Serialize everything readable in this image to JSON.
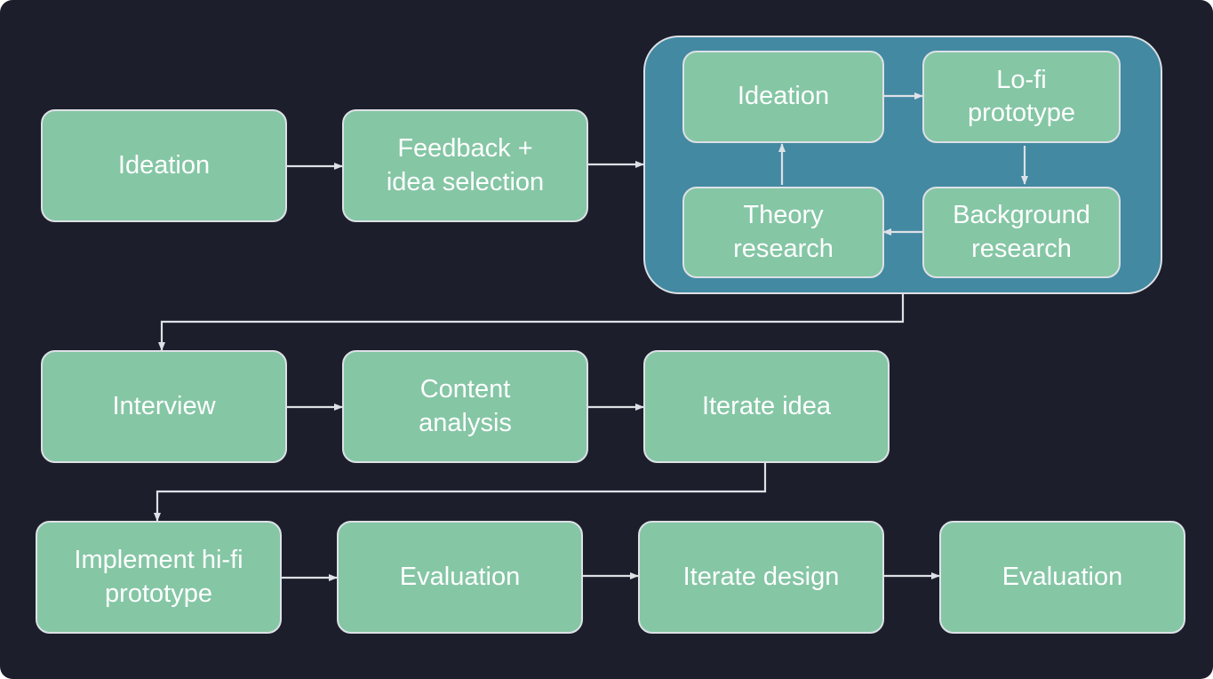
{
  "colors": {
    "background": "#1c1f2b",
    "node_fill": "#85c6a5",
    "node_border": "#dde1e6",
    "group_fill": "#4389a2",
    "edge": "#dde1e6",
    "text": "#ffffff"
  },
  "nodes": {
    "ideation_1": "Ideation",
    "feedback": "Feedback +\nidea selection",
    "ideation_2": "Ideation",
    "lofi": "Lo-fi\nprototype",
    "theory": "Theory\nresearch",
    "background": "Background\nresearch",
    "interview": "Interview",
    "content": "Content\nanalysis",
    "iterate_idea": "Iterate idea",
    "hifi": "Implement hi-fi\nprototype",
    "evaluation_1": "Evaluation",
    "iterate_design": "Iterate design",
    "evaluation_2": "Evaluation"
  },
  "edges": [
    {
      "from": "ideation_1",
      "to": "feedback"
    },
    {
      "from": "feedback",
      "to": "research-loop-group"
    },
    {
      "from": "ideation_2",
      "to": "lofi"
    },
    {
      "from": "lofi",
      "to": "background"
    },
    {
      "from": "background",
      "to": "theory"
    },
    {
      "from": "theory",
      "to": "ideation_2"
    },
    {
      "from": "research-loop-group",
      "to": "interview"
    },
    {
      "from": "interview",
      "to": "content"
    },
    {
      "from": "content",
      "to": "iterate_idea"
    },
    {
      "from": "iterate_idea",
      "to": "hifi"
    },
    {
      "from": "hifi",
      "to": "evaluation_1"
    },
    {
      "from": "evaluation_1",
      "to": "iterate_design"
    },
    {
      "from": "iterate_design",
      "to": "evaluation_2"
    }
  ]
}
